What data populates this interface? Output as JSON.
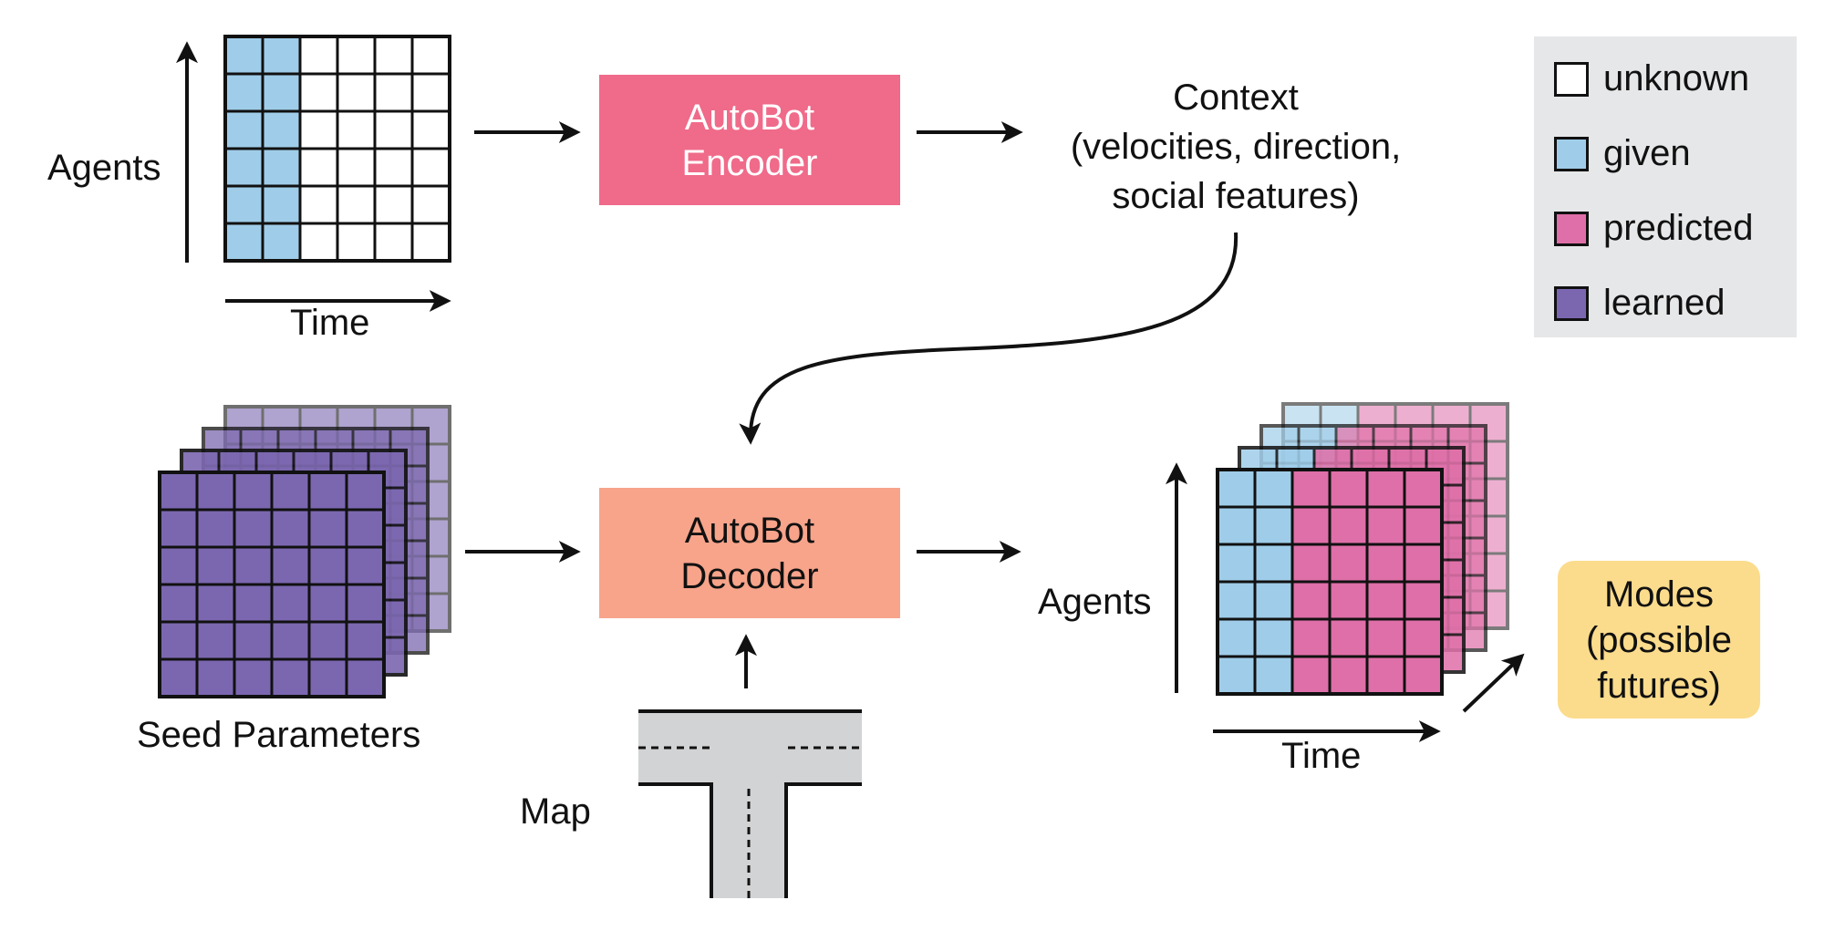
{
  "colors": {
    "unknown": "#ffffff",
    "given": "#9fcde9",
    "predicted": "#df6fa8",
    "learned": "#7b67b0",
    "encoder": "#f06a8a",
    "decoder": "#f7a48b",
    "modes": "#fbdc8c",
    "legend_bg": "#e6e7e8",
    "road": "#d2d3d4"
  },
  "input_grid": {
    "rows": 6,
    "cols": 6,
    "given_cols": 2,
    "y_label": "Agents",
    "x_label": "Time"
  },
  "encoder": {
    "line1": "AutoBot",
    "line2": "Encoder"
  },
  "context": {
    "line1": "Context",
    "line2": "(velocities, direction,",
    "line3": "social features)"
  },
  "legend": [
    {
      "key": "unknown",
      "label": "unknown"
    },
    {
      "key": "given",
      "label": "given"
    },
    {
      "key": "predicted",
      "label": "predicted"
    },
    {
      "key": "learned",
      "label": "learned"
    }
  ],
  "seed": {
    "label": "Seed Parameters",
    "rows": 6,
    "cols": 6,
    "layers": 4
  },
  "decoder": {
    "line1": "AutoBot",
    "line2": "Decoder"
  },
  "map": {
    "label": "Map"
  },
  "output_grid": {
    "rows": 6,
    "cols": 6,
    "given_cols": 2,
    "layers": 4,
    "y_label": "Agents",
    "x_label": "Time"
  },
  "modes": {
    "line1": "Modes",
    "line2": "(possible",
    "line3": "futures)"
  }
}
